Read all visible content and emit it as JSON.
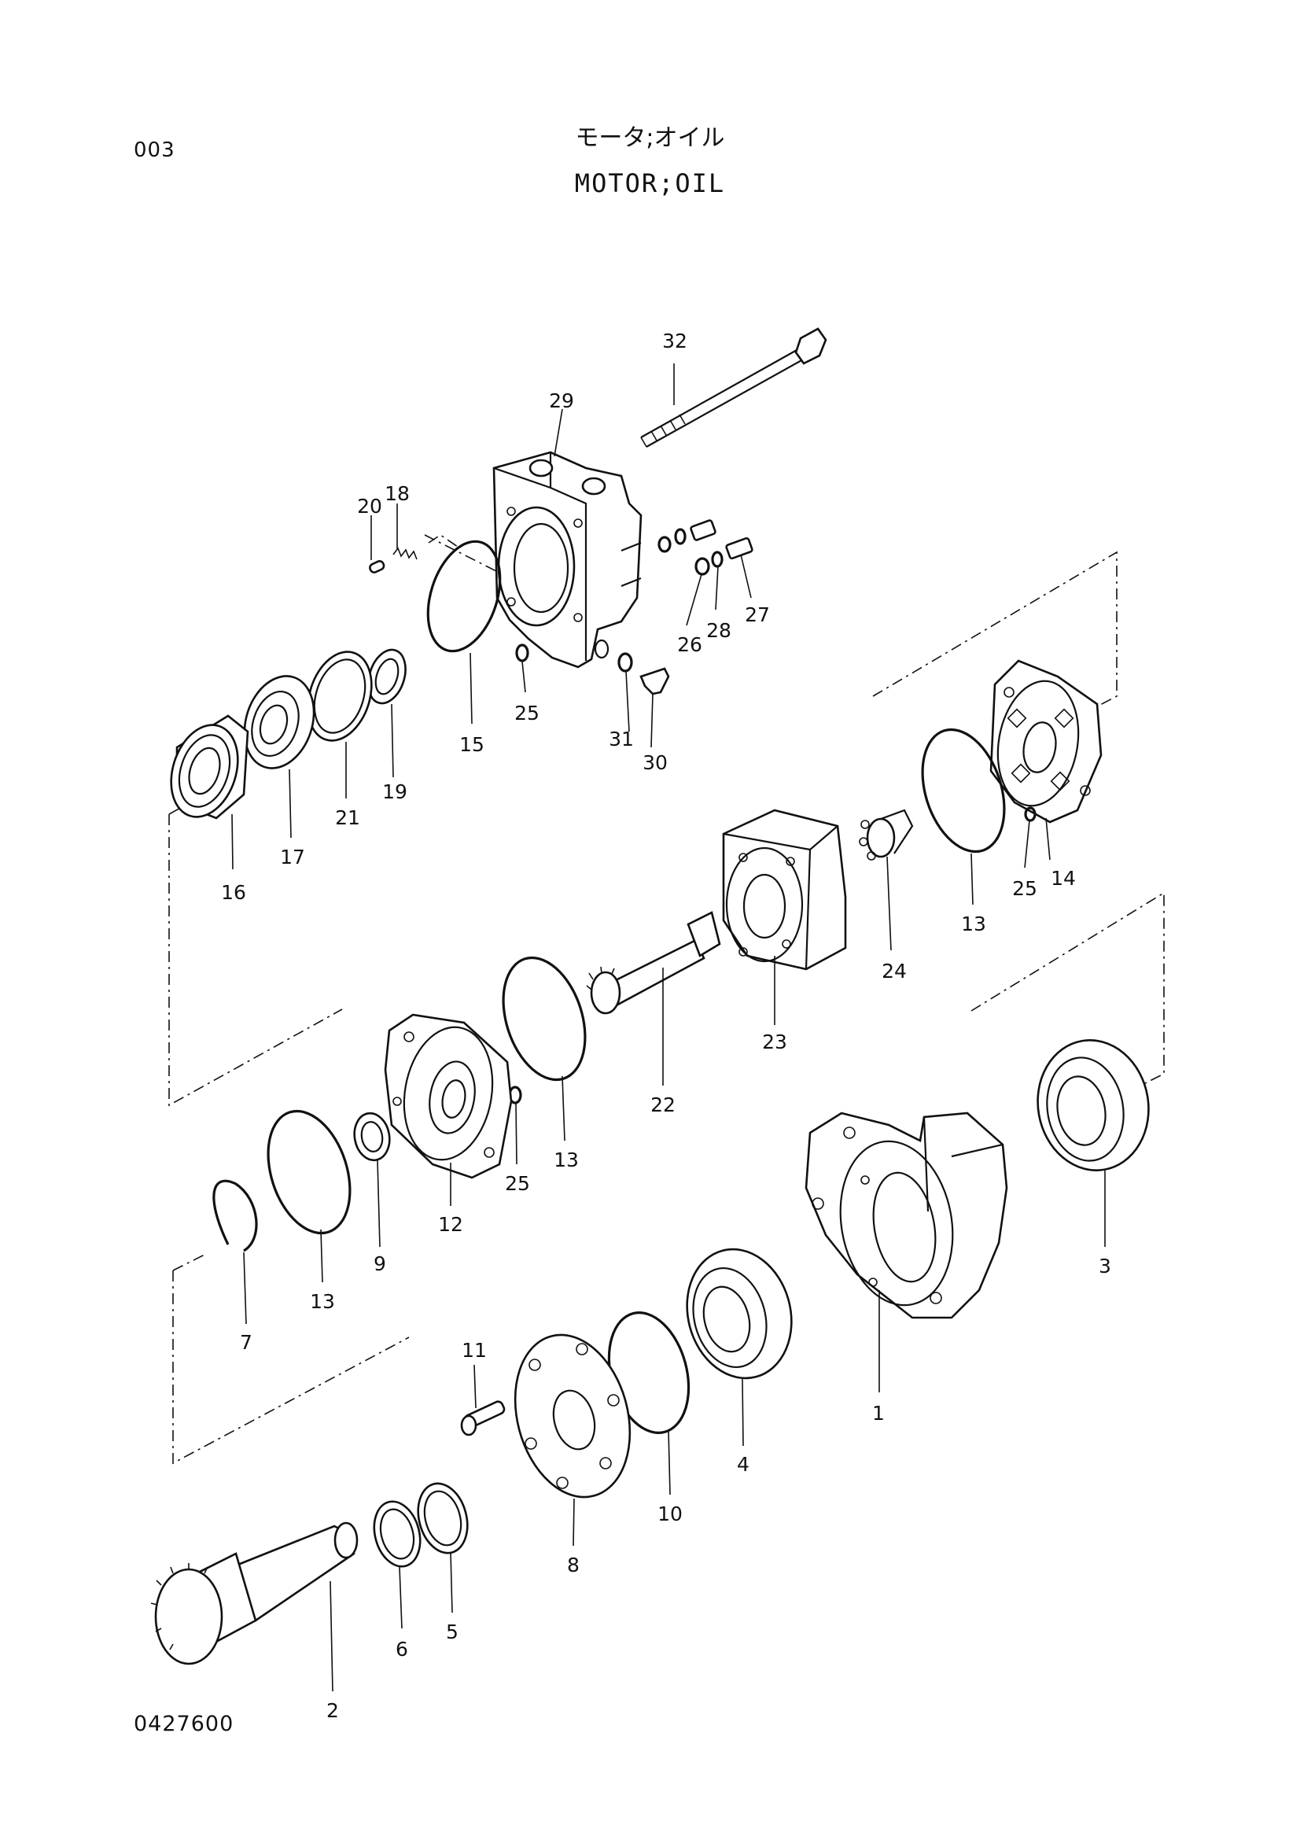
{
  "header": {
    "page_code": "003",
    "title_jp": "モータ;オイル",
    "title_en": "MOTOR;OIL"
  },
  "footer": {
    "figure_code": "0427600"
  },
  "callouts": [
    "1",
    "2",
    "3",
    "4",
    "5",
    "6",
    "7",
    "8",
    "9",
    "10",
    "11",
    "12",
    "13",
    "13",
    "13",
    "14",
    "15",
    "16",
    "17",
    "18",
    "19",
    "20",
    "21",
    "22",
    "23",
    "24",
    "25",
    "25",
    "25",
    "26",
    "27",
    "28",
    "29",
    "30",
    "31",
    "32"
  ]
}
